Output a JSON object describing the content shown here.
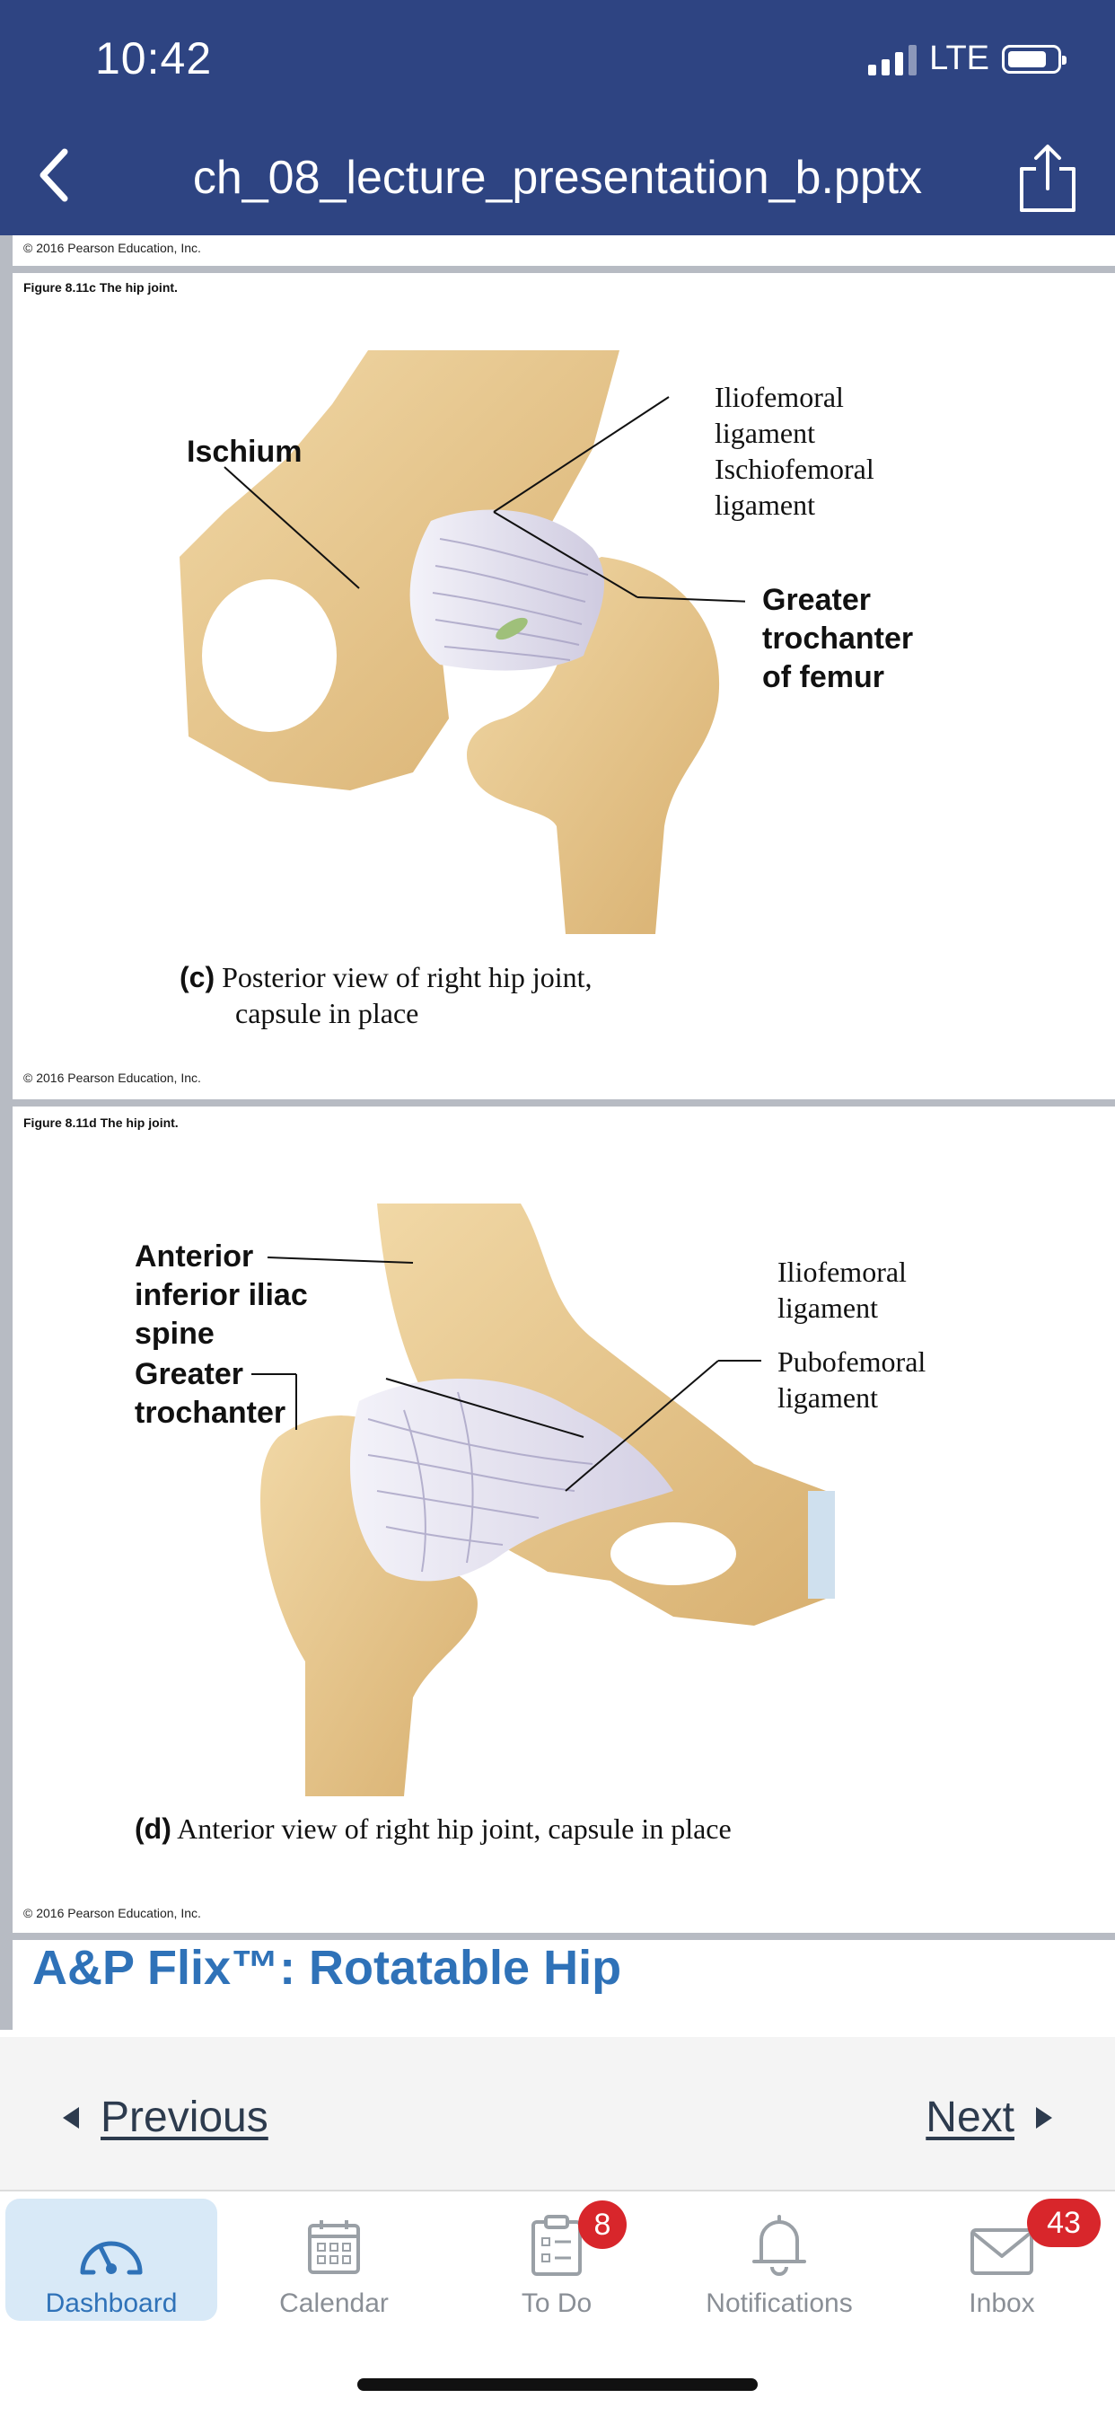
{
  "status_bar": {
    "time": "10:42",
    "network": "LTE"
  },
  "nav": {
    "title": "ch_08_lecture_presentation_b.pptx",
    "back_icon": "chevron-left-icon",
    "share_icon": "share-icon"
  },
  "slides": {
    "top_copyright": "© 2016 Pearson Education, Inc.",
    "slide_c": {
      "figure_title": "Figure 8.11c The hip joint.",
      "labels": {
        "ischium": "Ischium",
        "iliofemoral_1": "Iliofemoral",
        "iliofemoral_2": "ligament",
        "ischiofemoral_1": "Ischiofemoral",
        "ischiofemoral_2": "ligament",
        "greater_1": "Greater",
        "greater_2": "trochanter",
        "greater_3": "of femur"
      },
      "caption_letter": "(c)",
      "caption_line1": "Posterior view of right hip joint,",
      "caption_line2": "capsule in place",
      "copyright": "© 2016 Pearson Education, Inc."
    },
    "slide_d": {
      "figure_title": "Figure 8.11d The hip joint.",
      "labels": {
        "anterior_1": "Anterior",
        "anterior_2": "inferior iliac",
        "anterior_3": "spine",
        "greater_1": "Greater",
        "greater_2": "trochanter",
        "iliofemoral_1": "Iliofemoral",
        "iliofemoral_2": "ligament",
        "pubofemoral_1": "Pubofemoral",
        "pubofemoral_2": "ligament"
      },
      "caption_letter": "(d)",
      "caption_text": "Anterior view of right hip joint, capsule in place",
      "copyright": "© 2016 Pearson Education, Inc."
    },
    "next_slide_title": "A&P Flix™: Rotatable Hip"
  },
  "pager": {
    "previous_label": "Previous",
    "next_label": "Next"
  },
  "tabs": [
    {
      "label": "Dashboard",
      "icon": "dashboard-gauge-icon",
      "active": true
    },
    {
      "label": "Calendar",
      "icon": "calendar-icon"
    },
    {
      "label": "To Do",
      "icon": "todo-clipboard-icon",
      "badge": "8"
    },
    {
      "label": "Notifications",
      "icon": "bell-icon"
    },
    {
      "label": "Inbox",
      "icon": "envelope-icon",
      "badge": "43"
    }
  ],
  "colors": {
    "header": "#2e4482",
    "accent": "#2f72b8",
    "badge": "#d8262b",
    "bone": "#e6c58c",
    "ligament": "#e4e2f0"
  }
}
